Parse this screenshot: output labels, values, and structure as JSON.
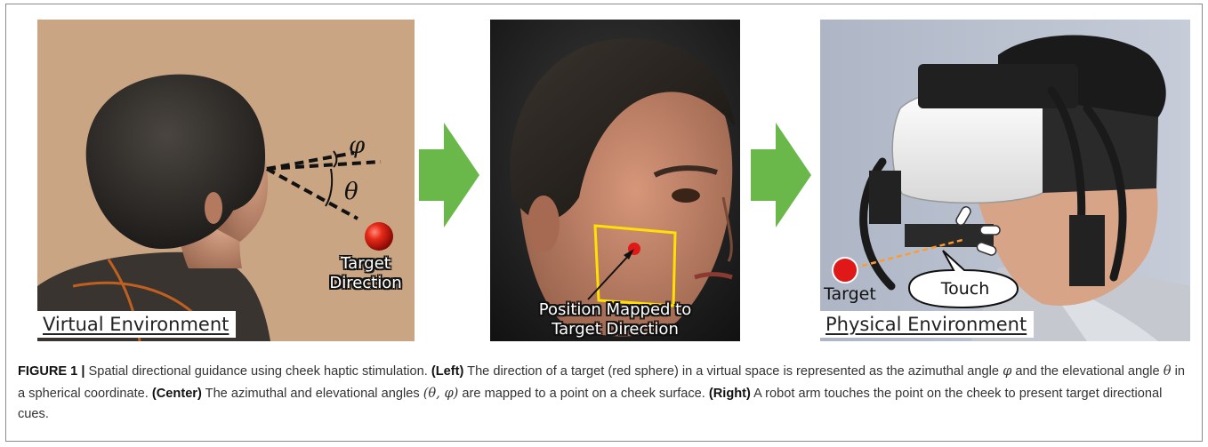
{
  "figure": {
    "panels": {
      "left": {
        "label": "Virtual Environment",
        "phi_symbol": "φ",
        "theta_symbol": "θ",
        "target_text_line1": "Target",
        "target_text_line2": "Direction"
      },
      "center": {
        "mapped_line1": "Position Mapped to",
        "mapped_line2": "Target Direction"
      },
      "right": {
        "label": "Physical Environment",
        "target_label": "Target",
        "touch_label": "Touch"
      }
    },
    "caption": {
      "figure_label": "FIGURE 1 |",
      "lead": "Spatial directional guidance using cheek haptic stimulation.",
      "left_tag": "(Left)",
      "left_text_1": "The direction of a target (red sphere) in a virtual space is represented as the azimuthal angle",
      "phi": "φ",
      "left_text_2": "and the elevational angle",
      "theta": "θ",
      "left_text_3": "in a spherical coordinate.",
      "center_tag": "(Center)",
      "center_text_1": "The azimuthal and elevational angles",
      "center_angles": "(θ, φ)",
      "center_text_2": "are mapped to a point on a cheek surface.",
      "right_tag": "(Right)",
      "right_text": "A robot arm touches the point on the cheek to present target directional cues."
    },
    "colors": {
      "arrow_green": "#6ab84a",
      "beige_bg": "#c9a583",
      "red_target": "#e01818",
      "yellow_outline": "#ffe000"
    }
  }
}
